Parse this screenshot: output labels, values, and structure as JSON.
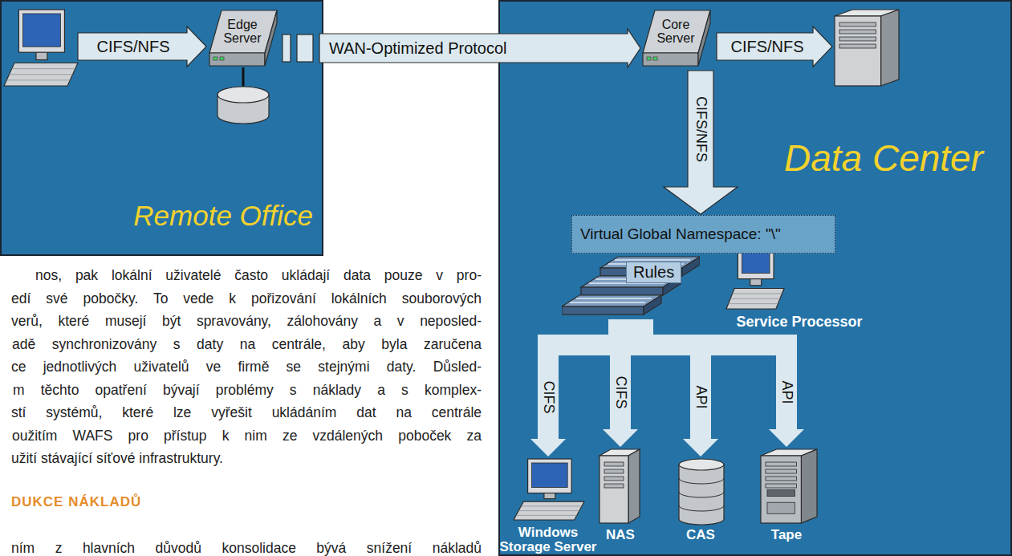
{
  "diagram": {
    "nodes": [
      {
        "text": [
          "Remote Office"
        ]
      },
      {
        "text": [
          "Edge Server"
        ],
        "in": 0
      },
      {
        "text": [
          "Data Center"
        ]
      },
      {
        "text": [
          "Core Server"
        ],
        "in": 2
      },
      {
        "text": [
          "Virtual Global Namespace: \"\\\""
        ],
        "in": 2
      },
      {
        "text": [
          "Rules"
        ],
        "in": 2
      },
      {
        "text": [
          "Service Processor"
        ],
        "in": 2
      },
      {
        "text": [
          "Windows Storage Server"
        ],
        "in": 2
      },
      {
        "text": [
          "NAS"
        ],
        "in": 2
      },
      {
        "text": [
          "CAS"
        ],
        "in": 2
      },
      {
        "text": [
          "Tape"
        ],
        "in": 2
      }
    ],
    "edges": [
      {
        "from": 1,
        "to": 3,
        "label": "WAN-Optimized Protocol",
        "arrow": "to"
      },
      {
        "from": 3,
        "to": 4,
        "label": "CIFS/NFS",
        "arrow": "to"
      },
      {
        "from": 5,
        "to": 7,
        "label": "CIFS",
        "arrow": "to"
      },
      {
        "from": 5,
        "to": 8,
        "label": "CIFS",
        "arrow": "to"
      },
      {
        "from": 5,
        "to": 9,
        "label": "API",
        "arrow": "to"
      },
      {
        "from": 5,
        "to": 10,
        "label": "API",
        "arrow": "to"
      }
    ],
    "labels": [
      "CIFS/NFS",
      "CIFS/NFS",
      "nos, pak lokální uživatelé často ukládají data pouze v pro-",
      "edí své pobočky. To vede k pořizování lokálních souborových",
      "verů, které musejí být spravovány, zálohovány a v neposled-",
      "adě synchronizovány s daty na centrále, aby byla zaručena",
      "ce jednotlivých uživatelů ve firmě se stejnými daty. Důsled-",
      "m těchto opatření bývají problémy s náklady a s komplex-",
      "stí systémů, které lze vyřešit ukládáním dat na centrále",
      "oužitím WAFS pro přístup k nim ze vzdálených poboček za",
      "užití stávající síťové infrastruktury.",
      "DUKCE NÁKLADŮ",
      "ním z hlavních důvodů konsolidace bývá snížení nákladů"
    ]
  }
}
